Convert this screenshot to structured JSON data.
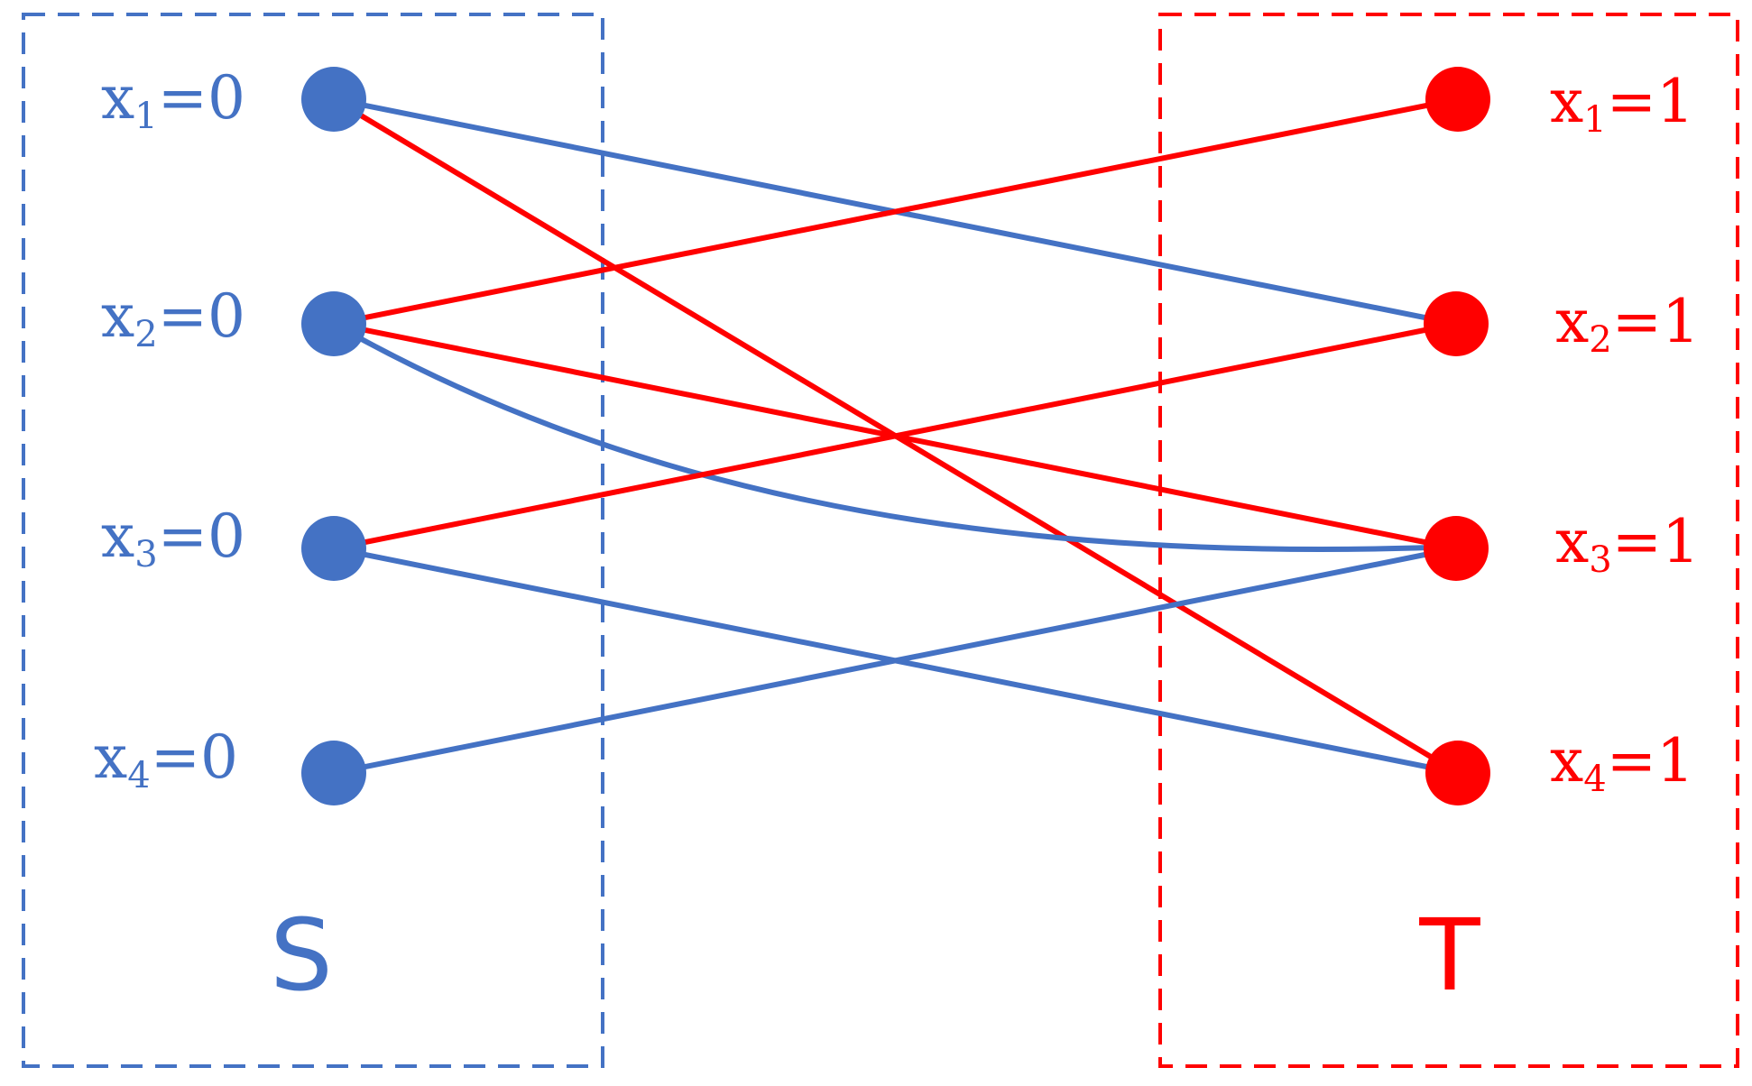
{
  "colors": {
    "blue": "#4472C4",
    "red": "#FF0000"
  },
  "sets": {
    "S": {
      "label": "S",
      "color": "blue"
    },
    "T": {
      "label": "T",
      "color": "red"
    }
  },
  "left_nodes": [
    {
      "var": "x",
      "sub": "1",
      "val": "=0"
    },
    {
      "var": "x",
      "sub": "2",
      "val": "=0"
    },
    {
      "var": "x",
      "sub": "3",
      "val": "=0"
    },
    {
      "var": "x",
      "sub": "4",
      "val": "=0"
    }
  ],
  "right_nodes": [
    {
      "var": "x",
      "sub": "1",
      "val": "=1"
    },
    {
      "var": "x",
      "sub": "2",
      "val": "=1"
    },
    {
      "var": "x",
      "sub": "3",
      "val": "=1"
    },
    {
      "var": "x",
      "sub": "4",
      "val": "=1"
    }
  ],
  "edges": [
    {
      "from": 1,
      "to": 2,
      "color": "blue"
    },
    {
      "from": 1,
      "to": 4,
      "color": "red"
    },
    {
      "from": 2,
      "to": 1,
      "color": "red"
    },
    {
      "from": 2,
      "to": 3,
      "color": "red"
    },
    {
      "from": 2,
      "to": 3,
      "color": "blue",
      "curved": true
    },
    {
      "from": 3,
      "to": 2,
      "color": "red"
    },
    {
      "from": 3,
      "to": 4,
      "color": "blue"
    },
    {
      "from": 4,
      "to": 3,
      "color": "blue"
    }
  ]
}
